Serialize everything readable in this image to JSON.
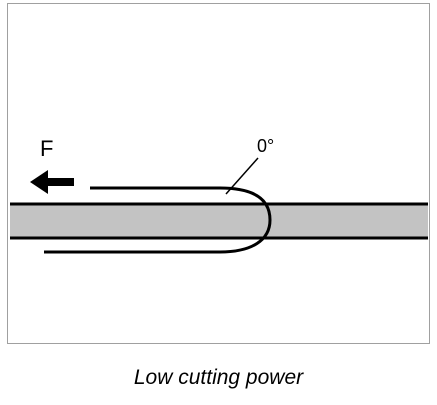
{
  "diagram": {
    "force_label": "F",
    "angle_label": "0°",
    "caption": "Low cutting power"
  },
  "colors": {
    "strip_fill": "#c3c3c3",
    "outline": "#000000",
    "frame_border": "#a0a0a0"
  },
  "icons": [
    "force-arrow-icon"
  ]
}
